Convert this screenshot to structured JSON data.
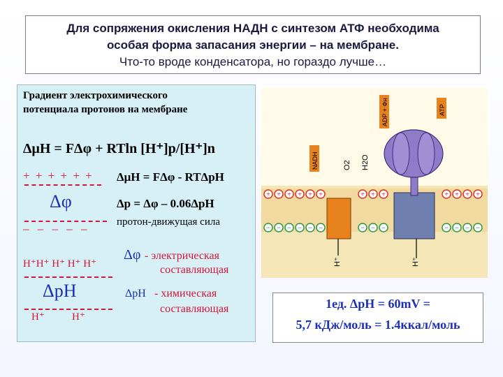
{
  "title": {
    "line1": "Для сопряжения окисления НАДН с синтезом АТФ необходима",
    "line2": "особая форма запасания энергии – на мембране.",
    "line3": "Что-то вроде конденсатора, но гораздо лучше…"
  },
  "panel": {
    "heading_line1": "Градиент электрохимического",
    "heading_line2": "потенциала протонов на мембране",
    "main_formula": "ΔμH = FΔφ + RTln [H⁺]p/[H⁺]n",
    "plus_row": "+ + + + + +",
    "eq2": "ΔμH = FΔφ - RTΔpH",
    "delta_phi": "Δφ",
    "eq3": "Δp = Δφ – 0.06ΔpH",
    "minus_row": "– – – – –",
    "pmf_label": "протон-движущая сила",
    "h_row_top": "H⁺H⁺ H⁺ H⁺ H⁺",
    "dphi_label_sym": "Δφ",
    "dphi_label_1": "- электрическая",
    "dphi_label_2": "составляющая",
    "delta_ph": "ΔpH",
    "dph_label_sym": "ΔpH",
    "dph_label_1": "- химическая",
    "dph_label_2": "составляющая",
    "h_row_bottom_1": "H⁺",
    "h_row_bottom_2": "H⁺"
  },
  "diagram": {
    "nadh": "NADH",
    "o2": "O2",
    "h2o": "H2O",
    "adp": "ADP + Фн",
    "atp": "ATP",
    "h_plus": "H⁺",
    "membrane_color": "#f2d9a0",
    "cytoplasm_color": "#f5e6b8",
    "atp_synthase_color": "#8f7cc8",
    "complex_color": "#e8821c",
    "channel_color": "#6f7fb0",
    "plus_circle_color": "#d9342b",
    "minus_circle_color": "#2f9a4a"
  },
  "result": {
    "line1": "1ед.  ΔpH  =  60mV  =",
    "line2": "5,7 кДж/моль = 1.4ккал/моль"
  }
}
